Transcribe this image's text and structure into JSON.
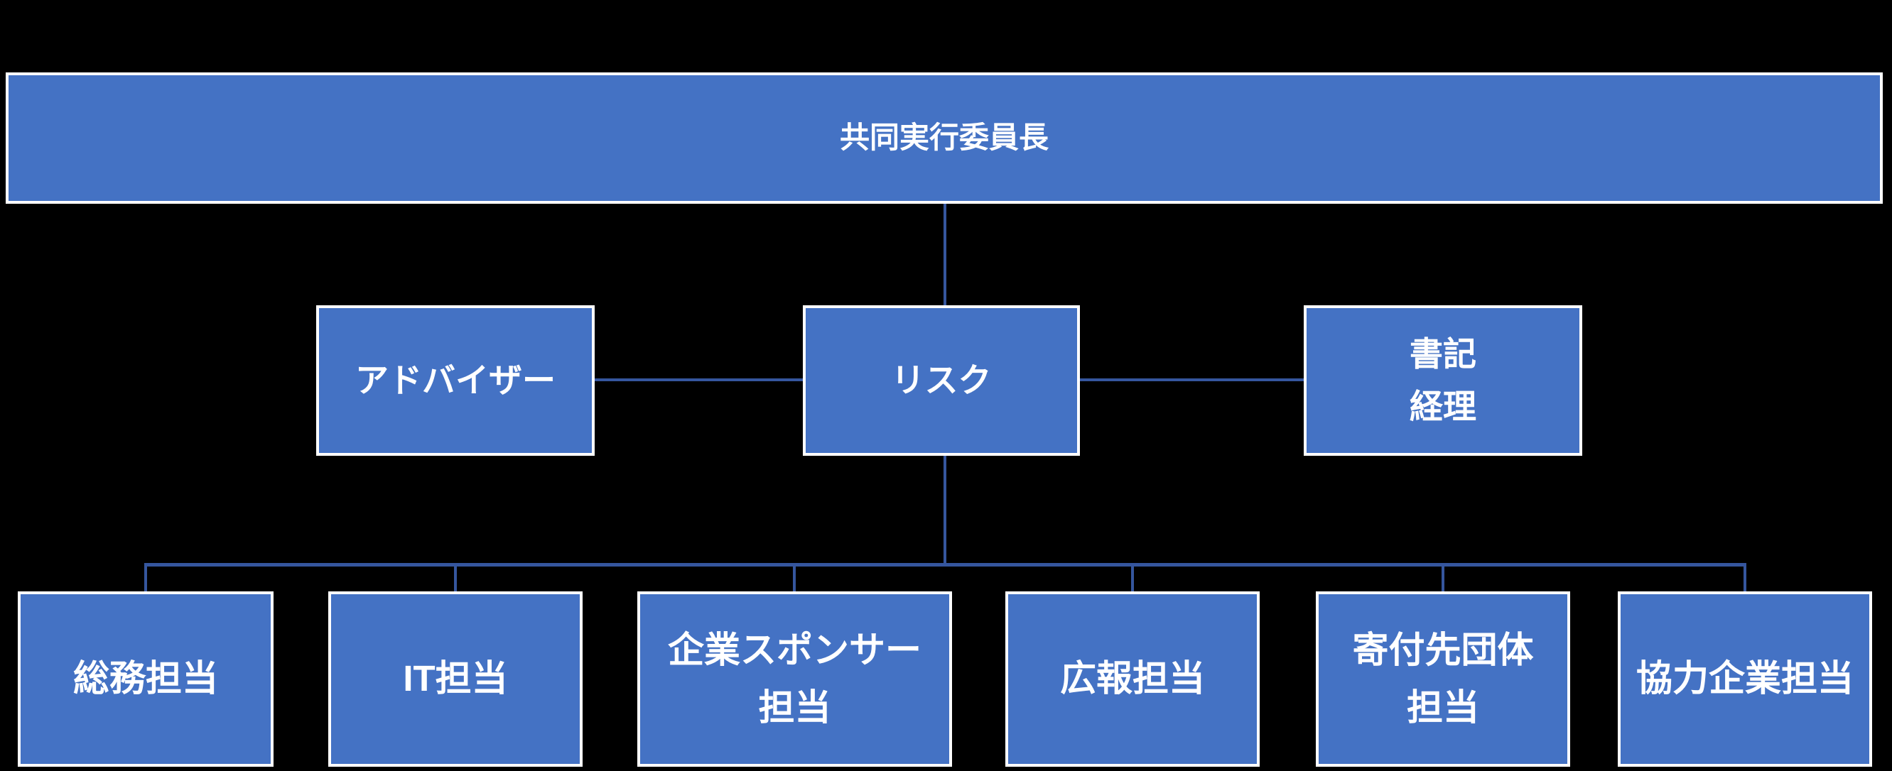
{
  "colors": {
    "background": "#000000",
    "box_fill": "#4472C4",
    "box_border": "#FFFFFF",
    "connector": "#35569E",
    "text": "#FFFFFF"
  },
  "org_chart": {
    "root": {
      "label": "共同実行委員長"
    },
    "middle_row": [
      {
        "label": "アドバイザー"
      },
      {
        "label": "リスク"
      },
      {
        "label": "書記\n経理"
      }
    ],
    "bottom_row": [
      {
        "label": "総務担当"
      },
      {
        "label": "IT担当"
      },
      {
        "label": "企業スポンサー\n担当"
      },
      {
        "label": "広報担当"
      },
      {
        "label": "寄付先団体\n担当"
      },
      {
        "label": "協力企業担当"
      }
    ],
    "relations": {
      "root_child": "リスク",
      "risk_side_links": [
        "アドバイザー",
        "書記\n経理"
      ],
      "risk_children": [
        "総務担当",
        "IT担当",
        "企業スポンサー\n担当",
        "広報担当",
        "寄付先団体\n担当",
        "協力企業担当"
      ]
    }
  }
}
